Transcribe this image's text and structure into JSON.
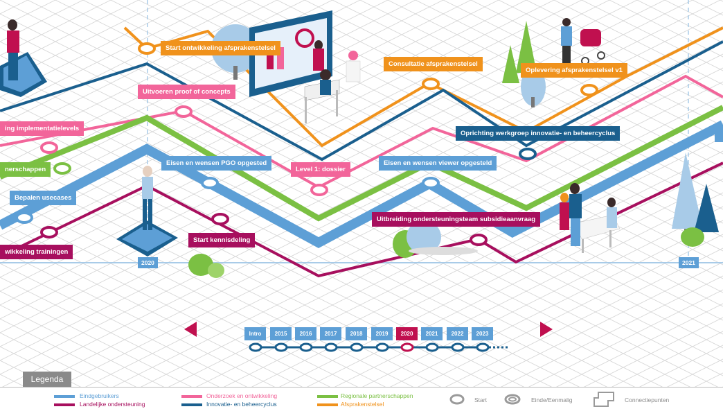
{
  "labels": {
    "start_ontwikkeling": "Start ontwikkeling afsprakenstelsel",
    "consultatie": "Consultatie afsprakenstelsel",
    "oplevering": "Oplevering afsprakenstelsel v1",
    "uitvoeren_poc": "Uitvoeren proof of concepts",
    "implementatieniveaus": "ing implementatielevels",
    "oprichting_werkgroep": "Oprichting werkgroep innovatie- en beheercyclus",
    "partnerschappen": "nerschappen",
    "eisen_pgo": "Eisen en wensen PGO opgested",
    "level1": "Level 1: dossier",
    "eisen_viewer": "Eisen en wensen viewer opgesteld",
    "usecases": "Bepalen usecases",
    "uitbreiding": "Uitbreiding ondersteuningsteam subsidieaanvraag",
    "start_kennisdeling": "Start kennisdeling",
    "trainingen": "wikkeling trainingen"
  },
  "year_markers": {
    "left": "2020",
    "right": "2021"
  },
  "nav": {
    "prev_icon": "triangle-left-icon",
    "next_icon": "triangle-right-icon",
    "items": [
      "Intro",
      "2015",
      "2016",
      "2017",
      "2018",
      "2019",
      "2020",
      "2021",
      "2022",
      "2023"
    ],
    "active": "2020"
  },
  "legend": {
    "tab_label": "Legenda",
    "items": [
      {
        "label": "Eindgebruikers",
        "color": "#5d9fd6"
      },
      {
        "label": "Landelijke ondersteuning",
        "color": "#a70f5e"
      },
      {
        "label": "Onderzoek en ontwikkeling",
        "color": "#f2659a"
      },
      {
        "label": "Innovatie- en beheercyclus",
        "color": "#1a5f8e"
      },
      {
        "label": "Regionale partnerschappen",
        "color": "#7bc043"
      },
      {
        "label": "Afsprakenstelsel",
        "color": "#f0921c"
      }
    ],
    "symbols": [
      {
        "label": "Start",
        "icon": "ring-start-icon"
      },
      {
        "label": "Einde/Eenmalig",
        "icon": "ring-end-icon"
      },
      {
        "label": "Connectiepunten",
        "icon": "connection-point-icon"
      }
    ]
  },
  "colors": {
    "blue": "#5d9fd6",
    "maroon": "#a70f5e",
    "pink": "#f2659a",
    "navy": "#1a5f8e",
    "green": "#7bc043",
    "orange": "#f0921c",
    "active_year": "#c0104f"
  }
}
